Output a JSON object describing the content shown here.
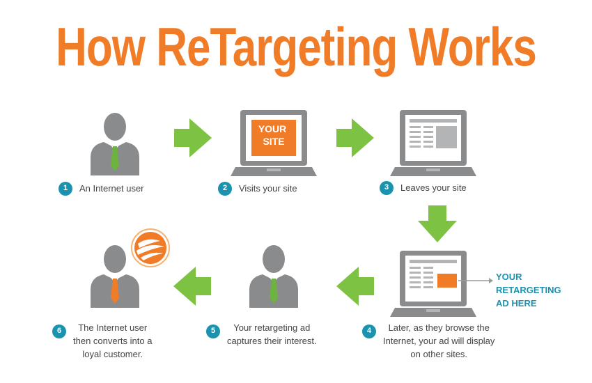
{
  "title": "How ReTargeting Works",
  "screen_text": "YOUR\nSITE",
  "ad_label": "YOUR\nRETARGETING\nAD HERE",
  "steps": [
    {
      "number": "1",
      "caption": "An Internet user"
    },
    {
      "number": "2",
      "caption": "Visits your site"
    },
    {
      "number": "3",
      "caption": "Leaves your site"
    },
    {
      "number": "4",
      "caption": "Later, as they browse the\nInternet, your ad will display\non other sites."
    },
    {
      "number": "5",
      "caption": "Your retargeting ad\ncaptures their interest."
    },
    {
      "number": "6",
      "caption": "The Internet user\nthen converts into a\nloyal customer."
    }
  ],
  "colors": {
    "title": "#f07c28",
    "accent_green": "#7dc242",
    "badge_blue": "#1a93ae",
    "figure_gray": "#8a8b8d",
    "orange": "#f07c28",
    "tie_green": "#6cb33f"
  }
}
